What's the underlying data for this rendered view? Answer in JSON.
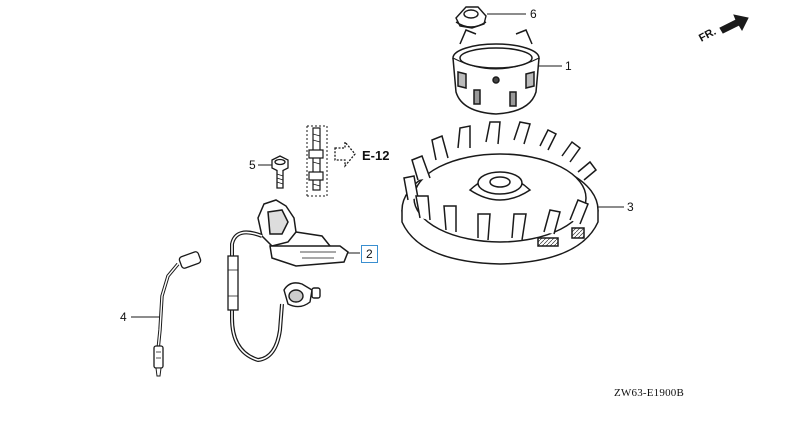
{
  "callouts": [
    {
      "id": "1",
      "label": "1"
    },
    {
      "id": "2",
      "label": "2",
      "highlighted": true
    },
    {
      "id": "3",
      "label": "3"
    },
    {
      "id": "4",
      "label": "4"
    },
    {
      "id": "5",
      "label": "5"
    },
    {
      "id": "6",
      "label": "6"
    }
  ],
  "reference_label": "E-12",
  "direction_label": "FR.",
  "diagram_code": "ZW63-E1900B",
  "colors": {
    "line": "#1a1a1a",
    "highlight": "#3a8fd0",
    "shade": "#555555"
  }
}
